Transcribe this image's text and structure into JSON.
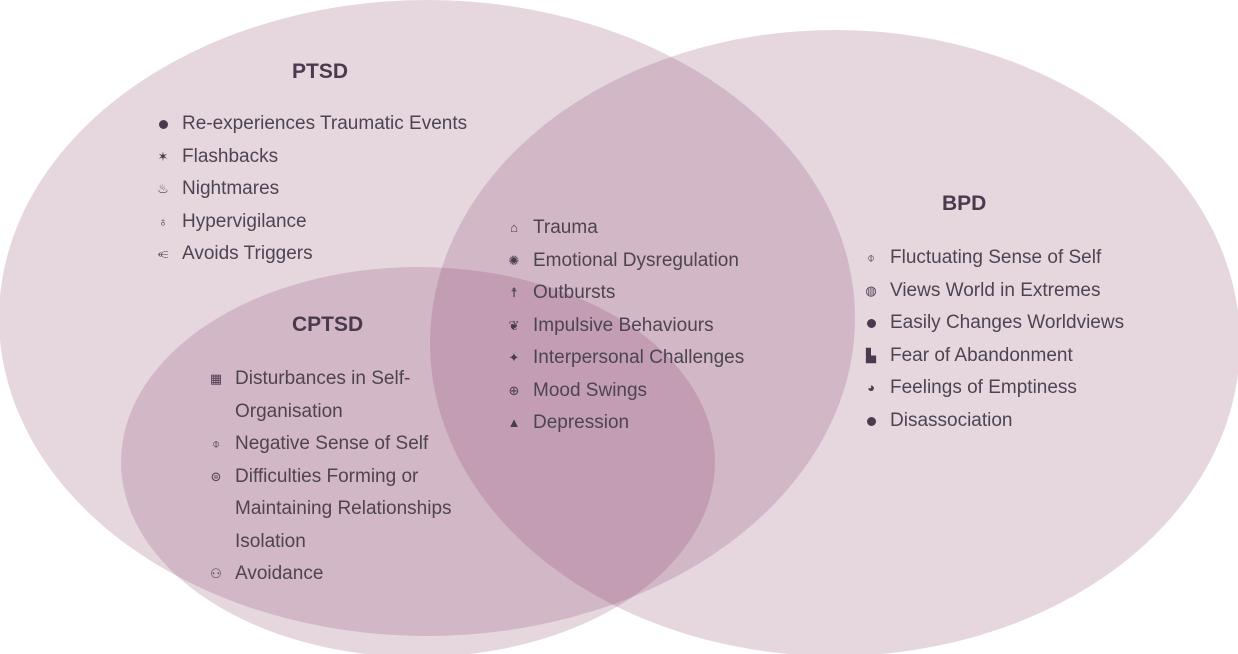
{
  "diagram": {
    "sets": {
      "ptsd": {
        "title": "PTSD",
        "items": [
          {
            "icon": "head-icon",
            "glyph": "dot",
            "label": "Re-experiences Traumatic Events"
          },
          {
            "icon": "flashback-icon",
            "glyph": "✶",
            "label": "Flashbacks"
          },
          {
            "icon": "bed-icon",
            "glyph": "♨",
            "label": "Nightmares"
          },
          {
            "icon": "fire-icon",
            "glyph": "♁",
            "label": "Hypervigilance"
          },
          {
            "icon": "running-icon",
            "glyph": "⥺",
            "label": "Avoids Triggers"
          }
        ]
      },
      "cptsd": {
        "title": "CPTSD",
        "items": [
          {
            "icon": "building-icon",
            "glyph": "▦",
            "label": "Disturbances in Self-Organisation"
          },
          {
            "icon": "person-signal-icon",
            "glyph": "⌽",
            "label": "Negative Sense of Self"
          },
          {
            "icon": "jar-icon",
            "glyph": "⊜",
            "label": "Difficulties Forming or Maintaining Relationships Isolation"
          },
          {
            "icon": "people-icon",
            "glyph": "⚇",
            "label": "Avoidance"
          }
        ]
      },
      "bpd": {
        "title": "BPD",
        "items": [
          {
            "icon": "person-signal-icon",
            "glyph": "⌽",
            "label": "Fluctuating Sense of Self"
          },
          {
            "icon": "globe-icon",
            "glyph": "◍",
            "label": "Views World in Extremes"
          },
          {
            "icon": "face-icon",
            "glyph": "dot",
            "label": "Easily Changes Worldviews"
          },
          {
            "icon": "door-icon",
            "glyph": "▙",
            "label": "Fear of Abandonment"
          },
          {
            "icon": "head-profile-icon",
            "glyph": "◕",
            "label": "Feelings of Emptiness"
          },
          {
            "icon": "slash-circle-icon",
            "glyph": "dot",
            "label": "Disassociation"
          }
        ]
      },
      "shared": {
        "items": [
          {
            "icon": "institution-icon",
            "glyph": "⌂",
            "label": "Trauma"
          },
          {
            "icon": "storm-icon",
            "glyph": "✺",
            "label": "Emotional Dysregulation"
          },
          {
            "icon": "outburst-icon",
            "glyph": "☨",
            "label": "Outbursts"
          },
          {
            "icon": "brain-icon",
            "glyph": "❦",
            "label": "Impulsive Behaviours"
          },
          {
            "icon": "handshake-icon",
            "glyph": "✦",
            "label": "Interpersonal Challenges"
          },
          {
            "icon": "masks-icon",
            "glyph": "⊕",
            "label": "Mood Swings"
          },
          {
            "icon": "sad-person-icon",
            "glyph": "▲",
            "label": "Depression"
          }
        ]
      }
    },
    "colors": {
      "circle_fill": "#8b4a6e",
      "text": "#4d4452",
      "title": "#4a3a4e"
    }
  }
}
